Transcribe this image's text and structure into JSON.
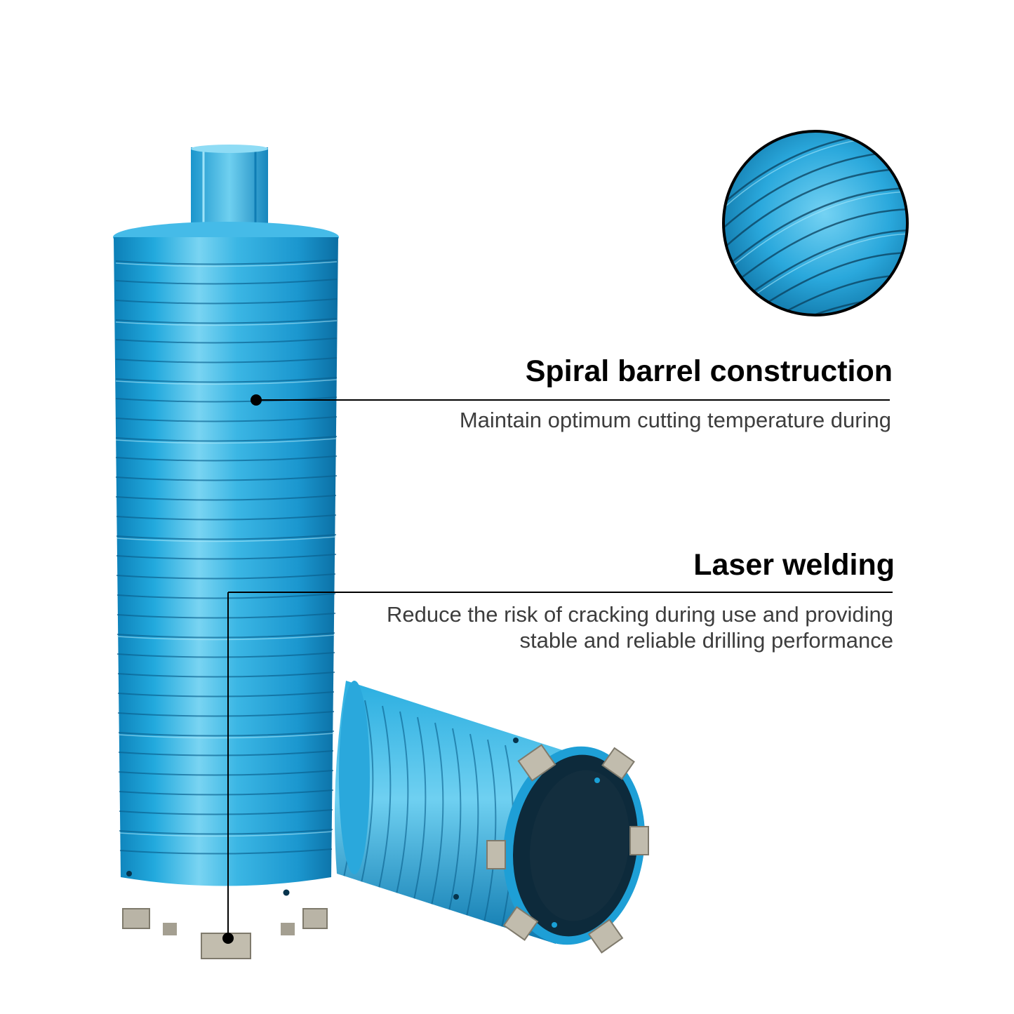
{
  "colors": {
    "background": "#ffffff",
    "barrel_blue": "#1ea4d6",
    "barrel_highlight": "#7ad6f3",
    "barrel_shadow": "#0b6fa3",
    "segment_grey": "#b9b4a6",
    "title_text": "#000000",
    "desc_text": "#3d3d3d"
  },
  "images": {
    "standing_core_bit": "standing-blue-diamond-core-drill-bit",
    "lying_core_bit": "lying-blue-diamond-core-drill-bit",
    "detail_zoom": "spiral-groove-close-up-circle"
  },
  "features": [
    {
      "title": "Spiral barrel construction",
      "description": "Maintain optimum cutting temperature during"
    },
    {
      "title": "Laser welding",
      "description_lines": [
        "Reduce the risk of cracking during use and providing",
        "stable and reliable drilling performance"
      ]
    }
  ]
}
